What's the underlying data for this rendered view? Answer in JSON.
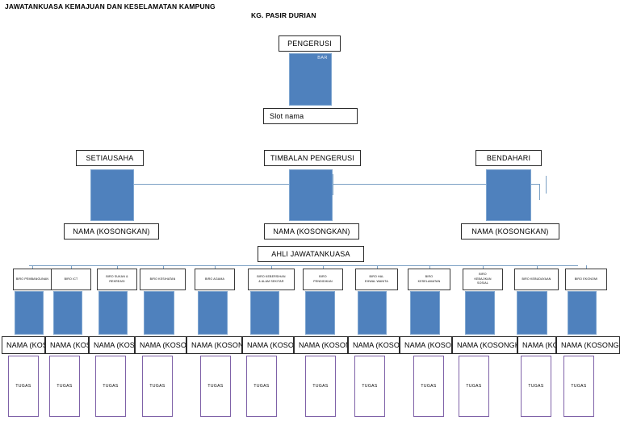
{
  "header": {
    "title": "JAWATANKUASA KEMAJUAN DAN KESELAMATAN KAMPUNG",
    "subtitle": "KG. PASIR DURIAN"
  },
  "colors": {
    "node_fill": "#4f81bd",
    "node_stroke": "#7fa6d0",
    "connector": "#7ba0c4",
    "box_border": "#2b2b2b",
    "tugas_border": "#7f62a8"
  },
  "top": {
    "role_label": "PENGERUSI",
    "node_tag": "BAR",
    "name_label": "Slot nama"
  },
  "level2": [
    {
      "role_label": "SETIAUSAHA",
      "name_label": "NAMA (KOSONGKAN)"
    },
    {
      "role_label": "TIMBALAN PENGERUSI",
      "name_label": "NAMA (KOSONGKAN)"
    },
    {
      "role_label": "BENDAHARI",
      "name_label": "NAMA (KOSONGKAN)"
    }
  ],
  "members_header": "AHLI JAWATANKUASA",
  "bureaus": [
    {
      "label": "BIRO PEMBANGUNAN",
      "name_label": "NAMA (KOSONGKAN)",
      "task_label": "TUGAS"
    },
    {
      "label": "BIRO ICT",
      "name_label": "NAMA (KOSONGKAN)",
      "task_label": "TUGAS"
    },
    {
      "label": "BIRO SUKAN &\nREKREASI",
      "name_label": "NAMA (KOSONGKAN)",
      "task_label": "TUGAS"
    },
    {
      "label": "BIRO KESIHATAN",
      "name_label": "NAMA (KOSONGKAN)",
      "task_label": "TUGAS"
    },
    {
      "label": "BIRO AGAMA",
      "name_label": "NAMA (KOSONGKAN)",
      "task_label": "TUGAS"
    },
    {
      "label": "BIRO KEBERSIHAN\n& ALAM SEKITAR",
      "name_label": "NAMA (KOSONGKAN)",
      "task_label": "TUGAS"
    },
    {
      "label": "BIRO\nPENDIDIKAN",
      "name_label": "NAMA (KOSONGKAN)",
      "task_label": "TUGAS"
    },
    {
      "label": "BIRO HAL\nEHWAL WANITA",
      "name_label": "NAMA (KOSONGKAN)",
      "task_label": "TUGAS"
    },
    {
      "label": "BIRO\nKESELAMATAN",
      "name_label": "NAMA (KOSONGKAN)",
      "task_label": "TUGAS"
    },
    {
      "label": "BIRO\nKEBAJIKAN\nSOSIAL",
      "name_label": "NAMA (KOSONGKAN)",
      "task_label": "TUGAS"
    },
    {
      "label": "BIRO KEBUDAYAAN",
      "name_label": "NAMA (KOSONGKAN)",
      "task_label": "TUGAS"
    },
    {
      "label": "BIRO EKONOMI",
      "name_label": "NAMA (KOSONGKAN)",
      "task_label": "TUGAS"
    }
  ]
}
